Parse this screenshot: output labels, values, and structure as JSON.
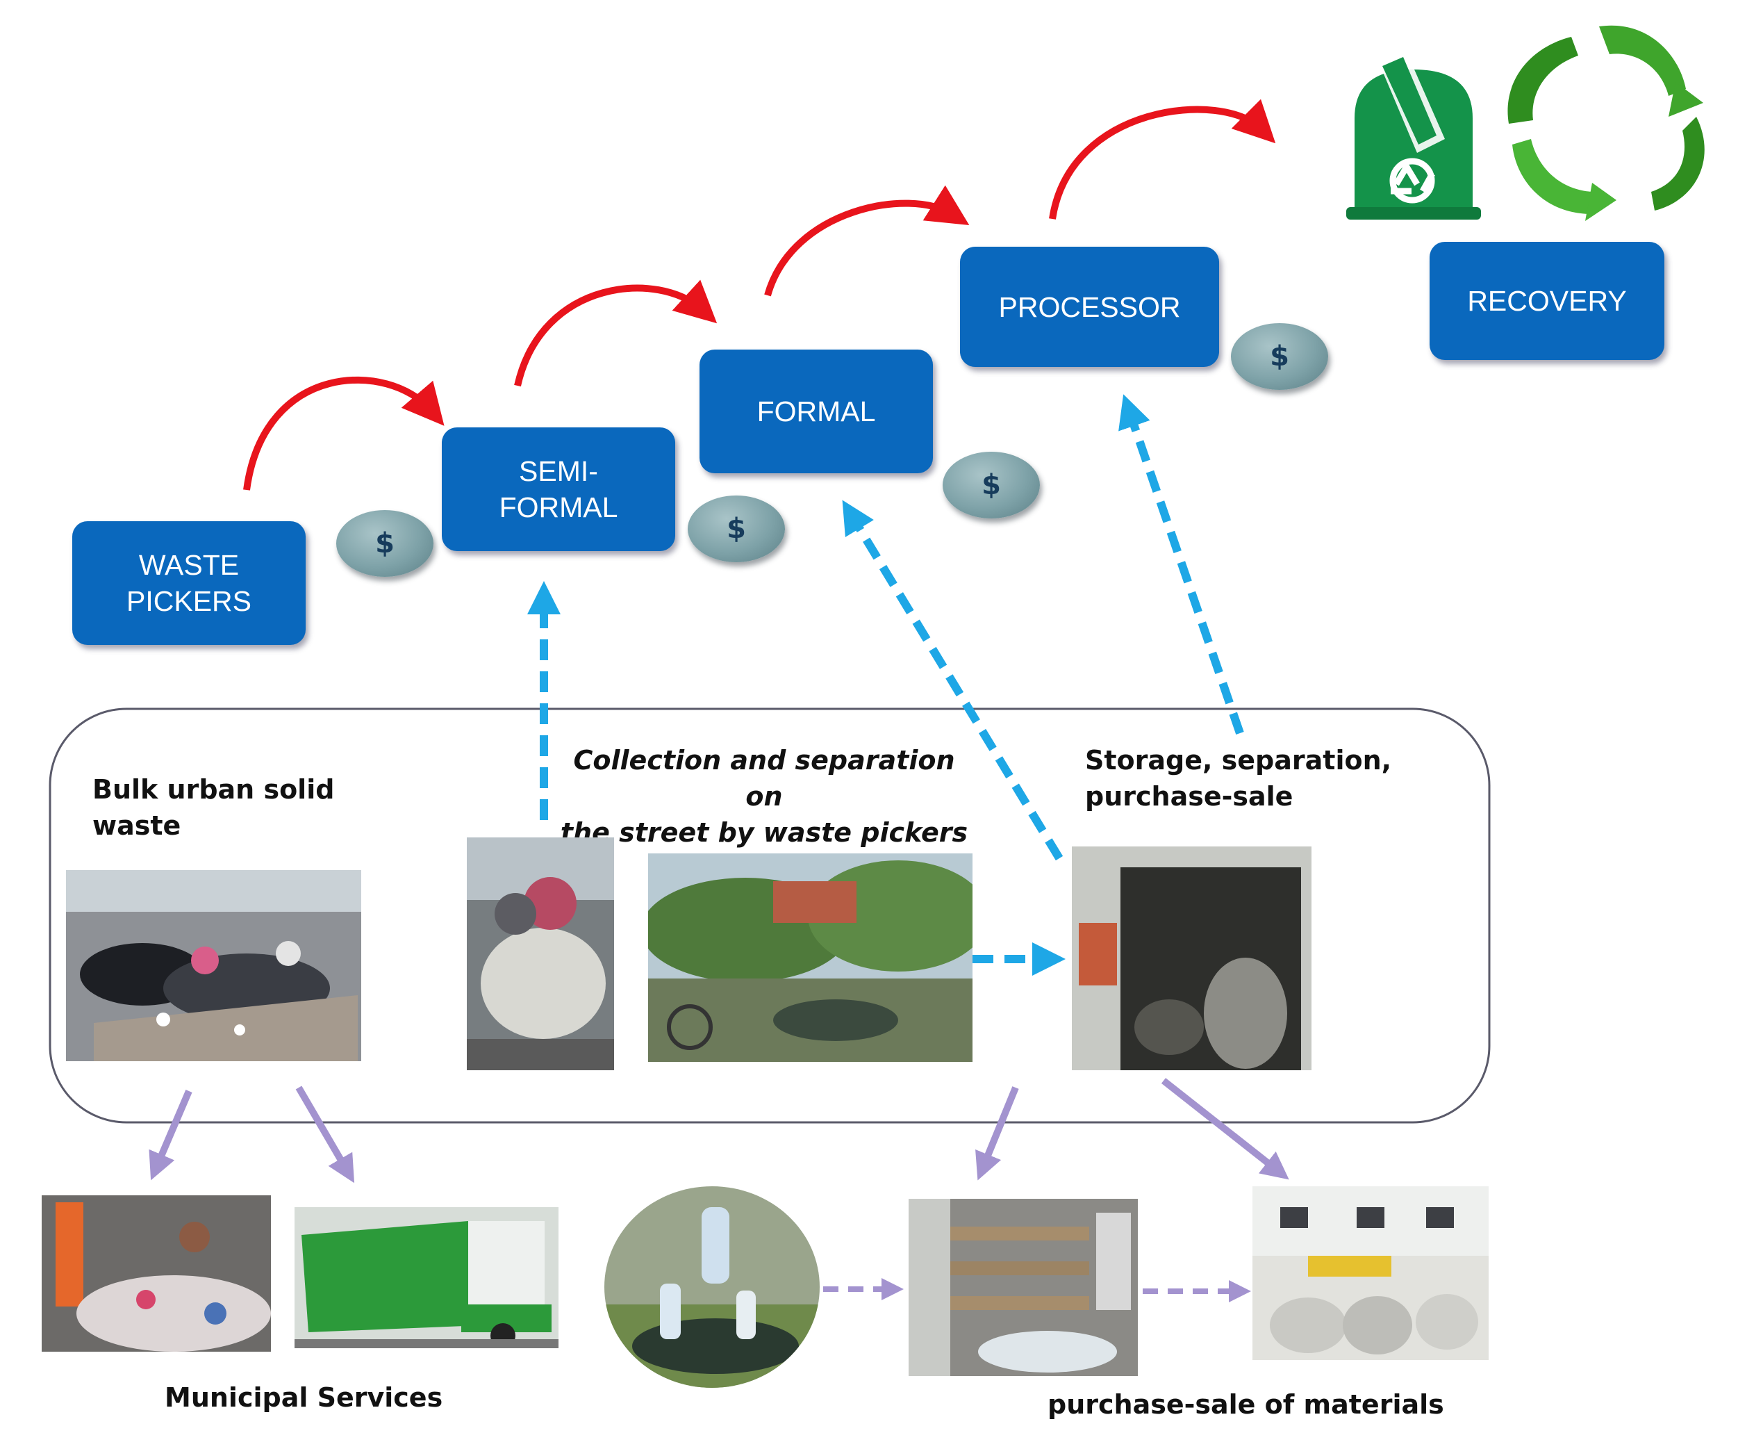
{
  "stages": [
    {
      "id": "waste-pickers",
      "label": "WASTE\nPICKERS"
    },
    {
      "id": "semi-formal",
      "label": "SEMI-\nFORMAL"
    },
    {
      "id": "formal",
      "label": "FORMAL"
    },
    {
      "id": "processor",
      "label": "PROCESSOR"
    },
    {
      "id": "recovery",
      "label": "RECOVERY"
    }
  ],
  "coins": [
    {
      "symbol": "$"
    },
    {
      "symbol": "$"
    },
    {
      "symbol": "$"
    },
    {
      "symbol": "$"
    }
  ],
  "labels": {
    "bulk_waste": "Bulk urban solid\nwaste",
    "collection": "Collection and separation on\nthe street by waste pickers",
    "storage": "Storage, separation,\npurchase-sale",
    "municipal": "Municipal Services",
    "purchase_sale": "purchase-sale of materials"
  },
  "icons": {
    "recycle_bin": "recycle-bin-icon",
    "recycle_leaves": "recycle-leaves-icon"
  },
  "colors": {
    "box_fill": "#0a68bd",
    "red_arrow": "#e8141c",
    "cyan_arrow": "#1ea7e6",
    "purple_arrow": "#a393cf",
    "green_bin": "#14934a",
    "green_leaf": "#3fa52c"
  }
}
